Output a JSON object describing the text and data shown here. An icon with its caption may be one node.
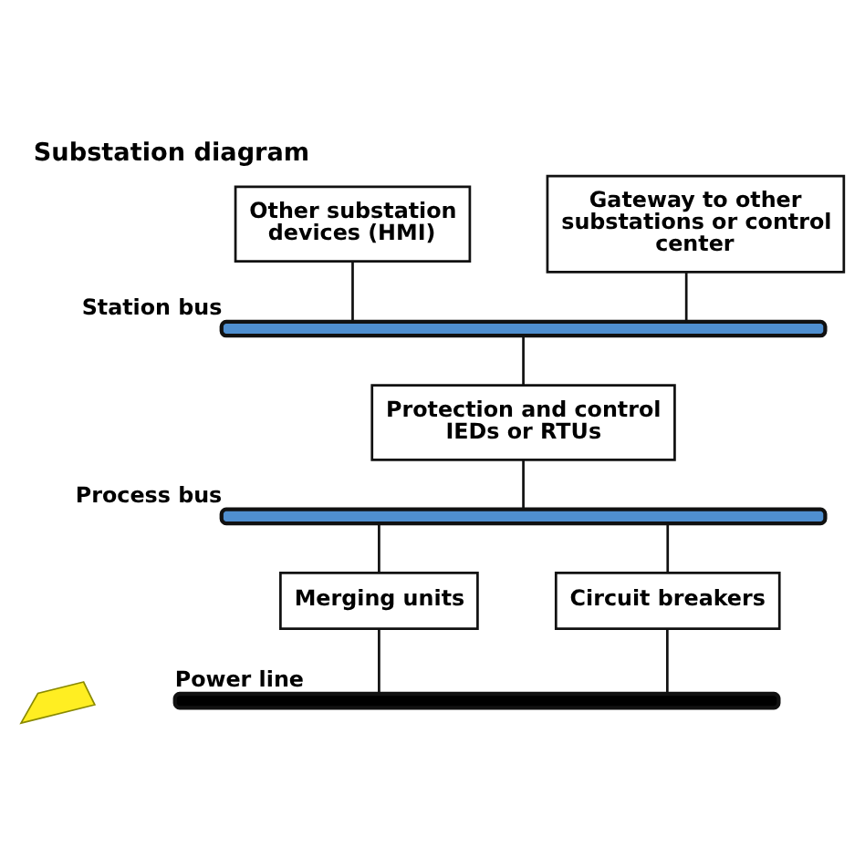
{
  "diagram": {
    "title": "Substation diagram",
    "nodes": [
      {
        "text": [
          "Other substation devices (HMI)"
        ]
      },
      {
        "text": [
          "Gateway to other substations or control center"
        ]
      },
      {
        "text": [],
        "shape": "bar",
        "beside": [
          "Station bus"
        ]
      },
      {
        "text": [
          "Protection and control IEDs or RTUs"
        ]
      },
      {
        "text": [],
        "shape": "bar",
        "beside": [
          "Process bus"
        ]
      },
      {
        "text": [
          "Merging units"
        ]
      },
      {
        "text": [
          "Circuit breakers"
        ]
      },
      {
        "text": [],
        "shape": "bar",
        "beside": [
          "Power line"
        ]
      },
      {
        "text": [],
        "shape": "picture"
      }
    ],
    "edges": [
      {
        "from": 0,
        "to": 2,
        "arrow": "none"
      },
      {
        "from": 1,
        "to": 2,
        "arrow": "none"
      },
      {
        "from": 2,
        "to": 3,
        "arrow": "none"
      },
      {
        "from": 3,
        "to": 4,
        "arrow": "none"
      },
      {
        "from": 4,
        "to": 5,
        "arrow": "none"
      },
      {
        "from": 4,
        "to": 6,
        "arrow": "none"
      },
      {
        "from": 5,
        "to": 7,
        "arrow": "none"
      },
      {
        "from": 6,
        "to": 7,
        "arrow": "none"
      }
    ]
  }
}
